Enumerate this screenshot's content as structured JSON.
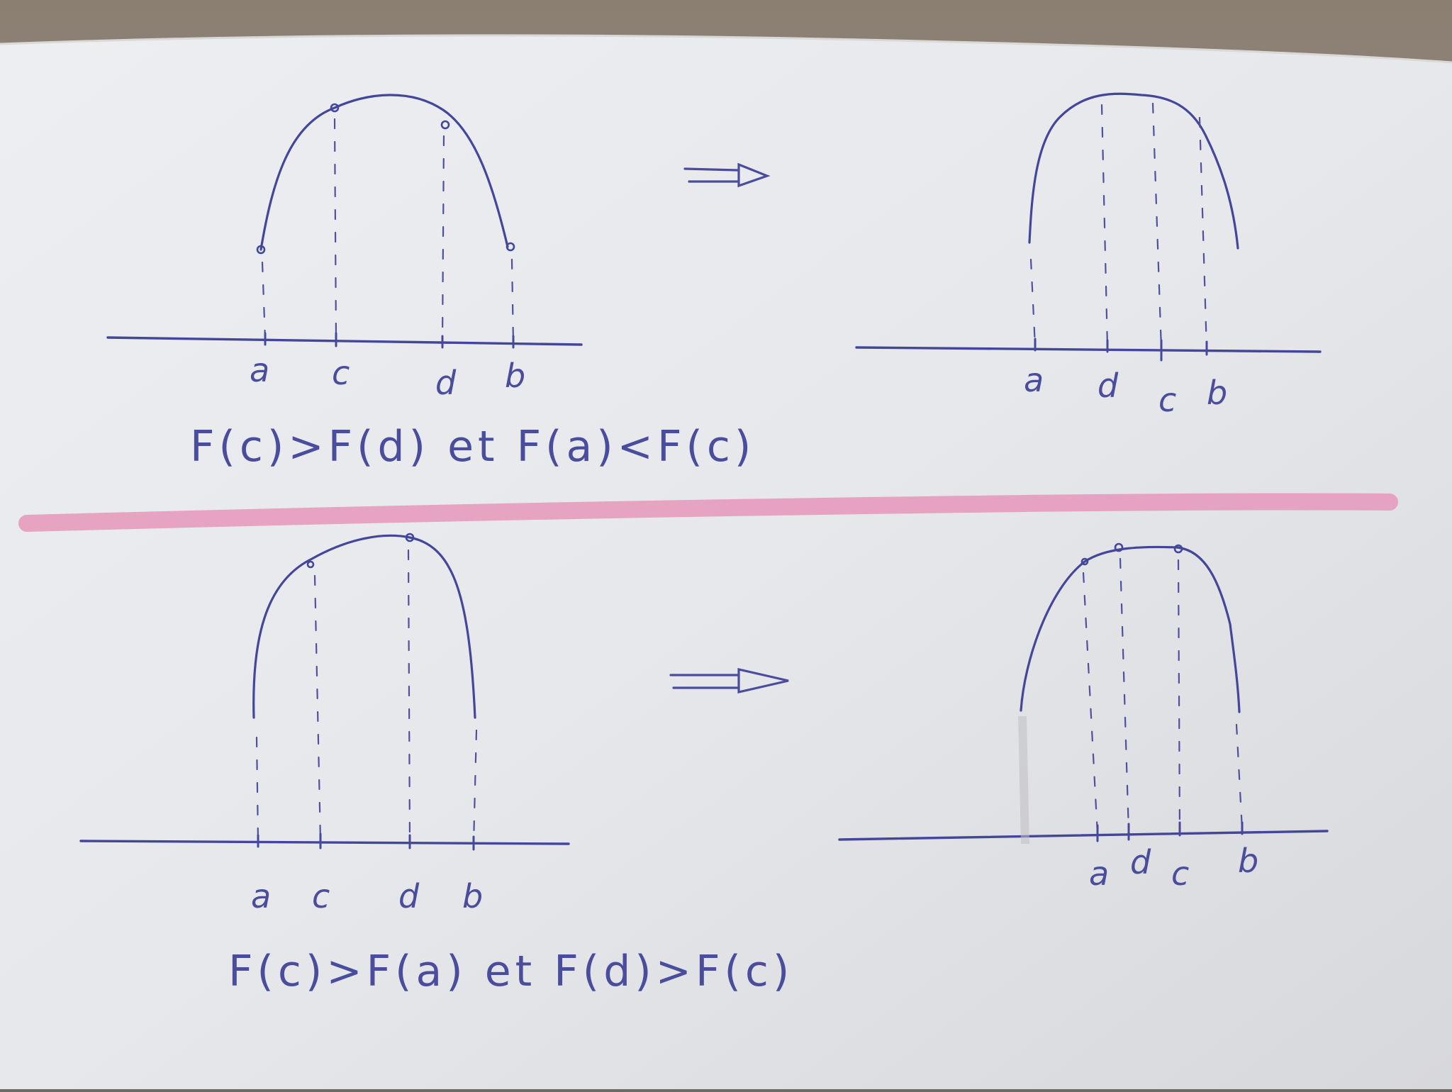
{
  "panels": [
    {
      "id": "top-left",
      "condition": "F(c)>F(d) et F(a)<F(c)",
      "labels": [
        "a",
        "c",
        "d",
        "b"
      ]
    },
    {
      "id": "top-right",
      "labels": [
        "a",
        "d",
        "c",
        "b"
      ]
    },
    {
      "id": "bottom-left",
      "condition": "F(c)>F(a) et F(d)>F(c)",
      "labels": [
        "a",
        "c",
        "d",
        "b"
      ]
    },
    {
      "id": "bottom-right",
      "labels": [
        "a",
        "d",
        "c",
        "b"
      ]
    }
  ],
  "arrows": [
    "=>",
    "=>"
  ],
  "colors": {
    "paper": "#e7e8ec",
    "ink": "#46489a",
    "separator": "#e59bbd"
  }
}
